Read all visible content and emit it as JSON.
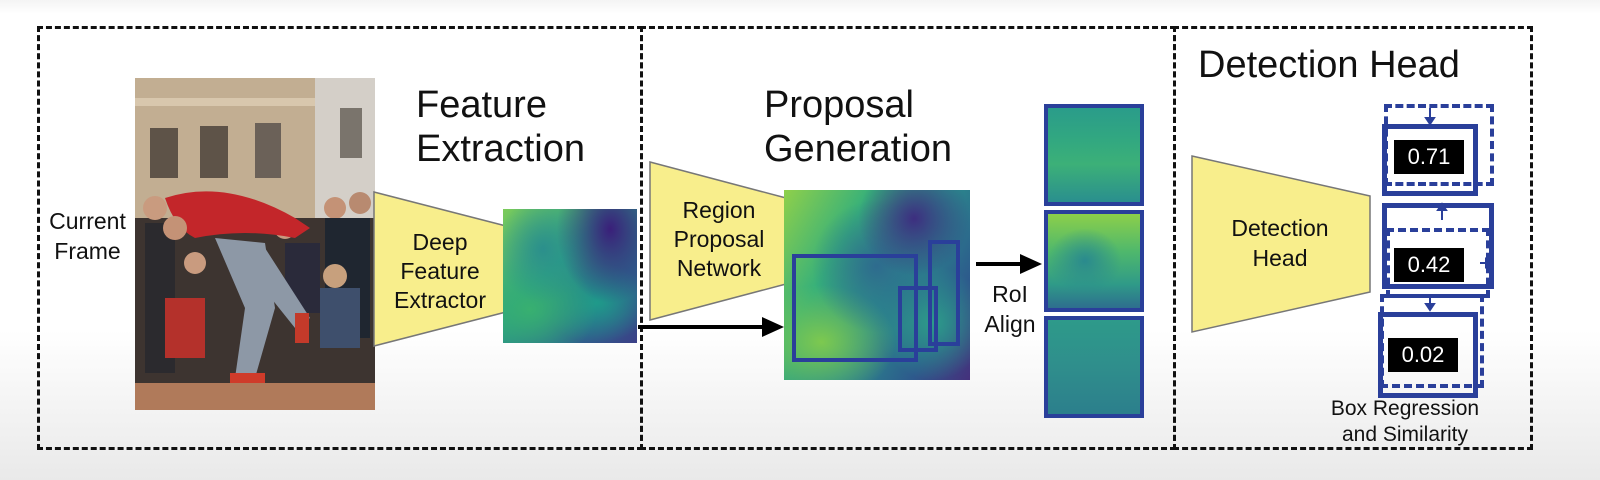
{
  "sections": {
    "feature": {
      "title_line1": "Feature",
      "title_line2": "Extraction"
    },
    "proposal": {
      "title_line1": "Proposal",
      "title_line2": "Generation"
    },
    "detection": {
      "title": "Detection Head"
    }
  },
  "nodes": {
    "current_frame": {
      "line1": "Current",
      "line2": "Frame"
    },
    "deep_feature_extractor": {
      "line1": "Deep",
      "line2": "Feature",
      "line3": "Extractor"
    },
    "region_proposal_network": {
      "line1": "Region",
      "line2": "Proposal",
      "line3": "Network"
    },
    "roi_align": {
      "line1": "RoI",
      "line2": "Align"
    },
    "detection_head": {
      "line1": "Detection",
      "line2": "Head"
    }
  },
  "scores": [
    "0.71",
    "0.42",
    "0.02"
  ],
  "box_regression": {
    "line1": "Box Regression",
    "line2": "and Similarity"
  },
  "colors": {
    "funnel": "#f8ee8c",
    "box_stroke": "#2a3f9a",
    "arrow": "#000000"
  }
}
